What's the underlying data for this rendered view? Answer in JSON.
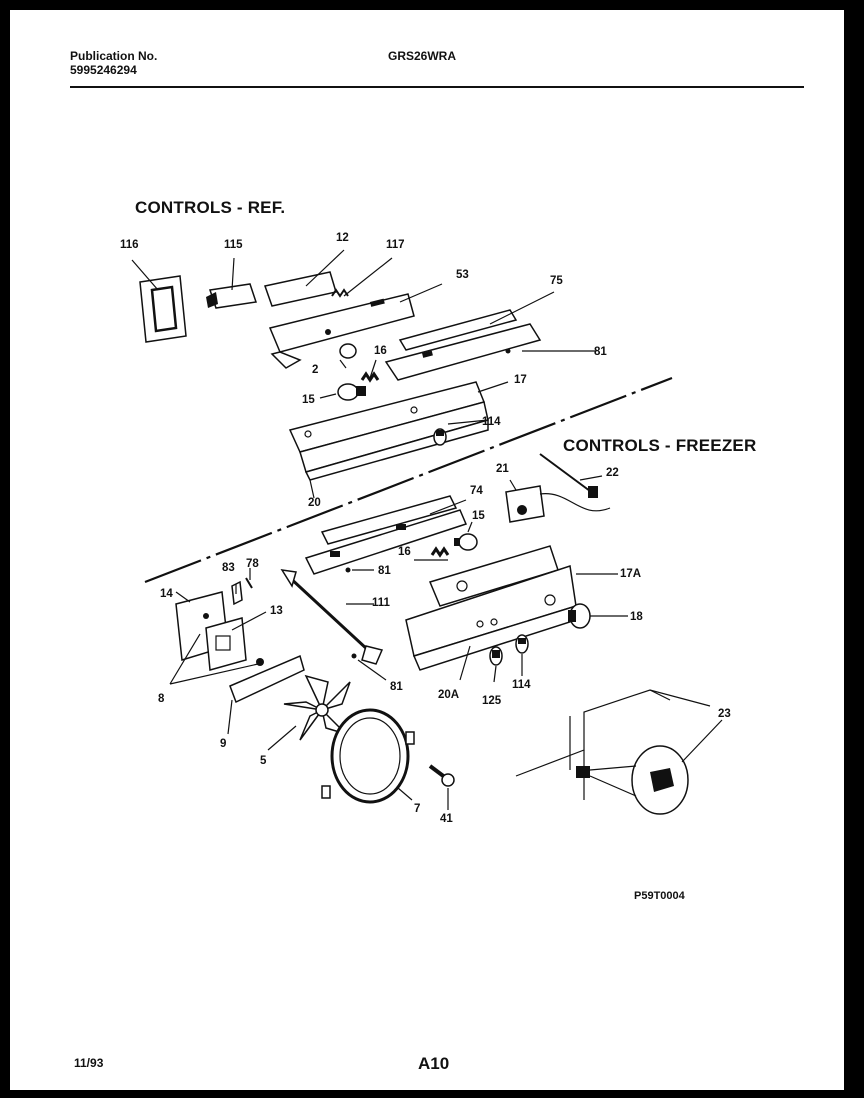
{
  "header": {
    "publication_label": "Publication No.",
    "publication_number": "5995246294",
    "model": "GRS26WRA"
  },
  "sections": {
    "ref_title": "CONTROLS - REF.",
    "freezer_title": "CONTROLS - FREEZER"
  },
  "callouts": {
    "c116": "116",
    "c115": "115",
    "c12": "12",
    "c117": "117",
    "c53": "53",
    "c75": "75",
    "c81a": "81",
    "c2": "2",
    "c16a": "16",
    "c15a": "15",
    "c17": "17",
    "c114a": "114",
    "c20": "20",
    "c22": "22",
    "c21": "21",
    "c74": "74",
    "c15b": "15",
    "c16b": "16",
    "c81b": "81",
    "c83": "83",
    "c78": "78",
    "c14": "14",
    "c13": "13",
    "c111": "111",
    "c17a": "17A",
    "c18": "18",
    "c8": "8",
    "c81c": "81",
    "c20a": "20A",
    "c125": "125",
    "c114b": "114",
    "c9": "9",
    "c5": "5",
    "c7": "7",
    "c41": "41",
    "c23": "23"
  },
  "footer": {
    "drawing_code": "P59T0004",
    "date": "11/93",
    "page": "A10"
  }
}
